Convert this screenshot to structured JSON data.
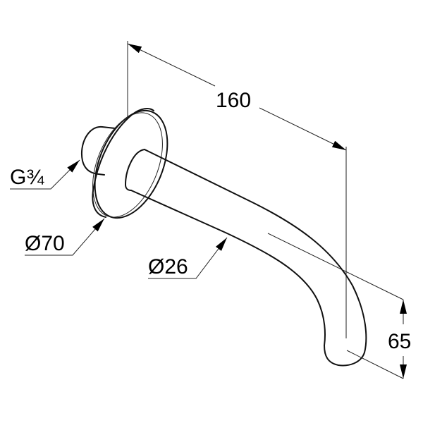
{
  "drawing": {
    "dimensions": {
      "length": "160",
      "height": "65",
      "thread": "G¾",
      "flange_diameter": "Ø70",
      "spout_diameter": "Ø26"
    },
    "colors": {
      "line": "#111111",
      "background": "#ffffff"
    }
  }
}
